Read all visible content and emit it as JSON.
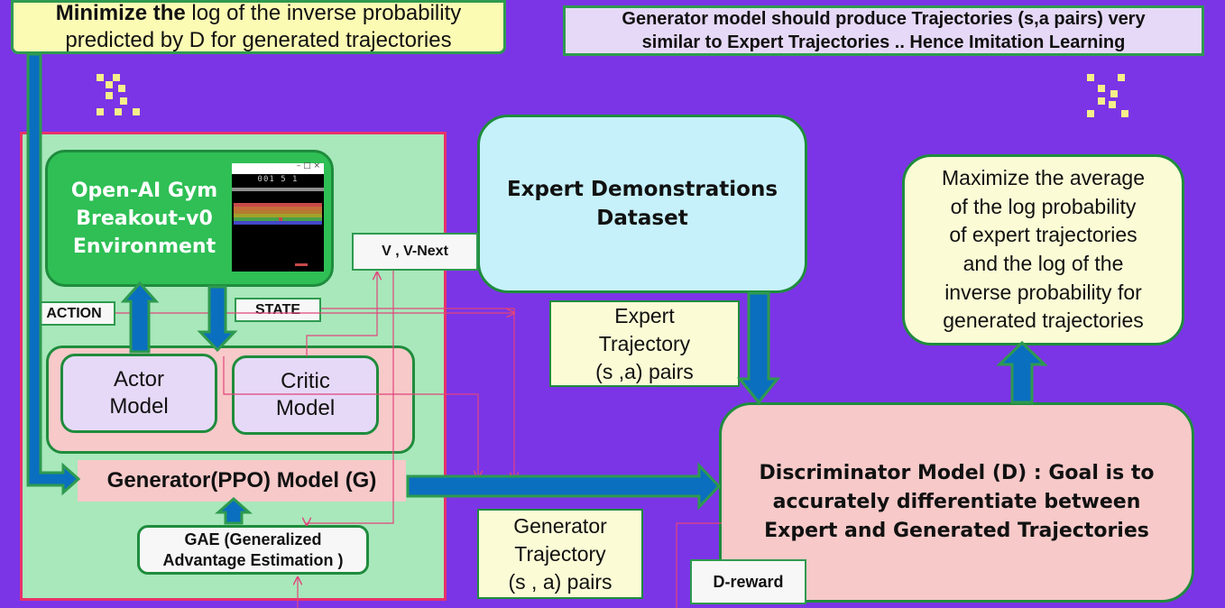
{
  "top_notes": {
    "minimize_bold": "Minimize the",
    "minimize_rest": " log of the inverse probability\npredicted by D for generated trajectories",
    "generator_goal": "Generator model should produce Trajectories (s,a pairs) very\nsimilar to Expert Trajectories .. Hence Imitation Learning"
  },
  "environment": {
    "title": "Open-AI Gym\nBreakout-v0\nEnvironment",
    "game_score": "001 5 1"
  },
  "labels": {
    "action": "ACTION",
    "state": "STATE",
    "v_vnext": "V , V-Next",
    "d_reward": "D-reward"
  },
  "models": {
    "actor": "Actor\nModel",
    "critic": "Critic\nModel",
    "generator": "Generator(PPO) Model (G)",
    "gae": "GAE (Generalized\nAdvantage Estimation )",
    "discriminator": "Discriminator Model (D) : Goal is to\naccurately differentiate between\nExpert and Generated Trajectories"
  },
  "dataset": {
    "title": "Expert Demonstrations\nDataset"
  },
  "trajectories": {
    "expert": "Expert\nTrajectory\n(s ,a) pairs",
    "generator": "Generator\nTrajectory\n(s , a) pairs"
  },
  "objective": {
    "maximize": "Maximize the average\nof the log probability\nof expert trajectories\nand the log of the\ninverse probability for\ngenerated trajectories"
  },
  "colors": {
    "background": "#7b35e6",
    "arrow_blue": "#0a6fbf",
    "arrow_green": "#2e9a4f",
    "wire_pink": "#e0457b",
    "panel_green": "#a8e8bb",
    "panel_border": "#e8316a"
  }
}
